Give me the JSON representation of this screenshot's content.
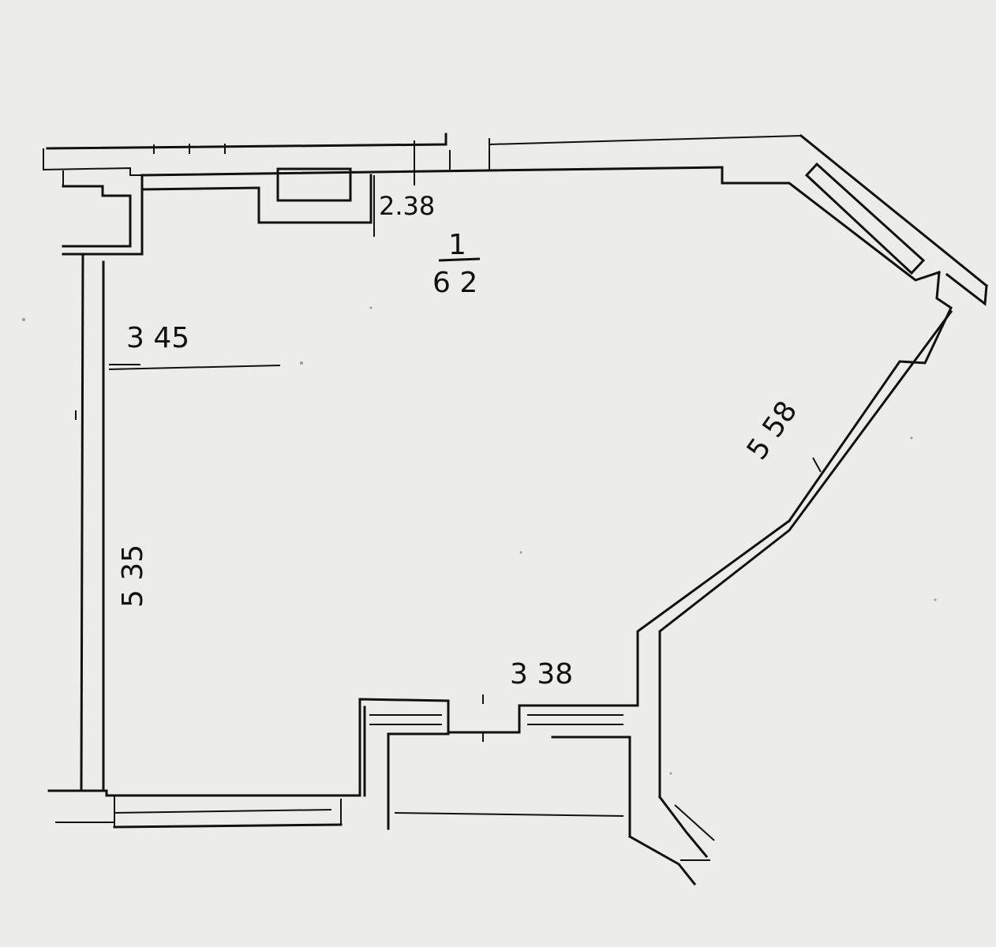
{
  "plan": {
    "room": {
      "number": "1",
      "area": "6 2"
    },
    "dimensions": {
      "top": "2.38",
      "left_inner": "3 45",
      "left_wall": "5 35",
      "diagonal": "5 58",
      "bottom": "3 38"
    }
  }
}
